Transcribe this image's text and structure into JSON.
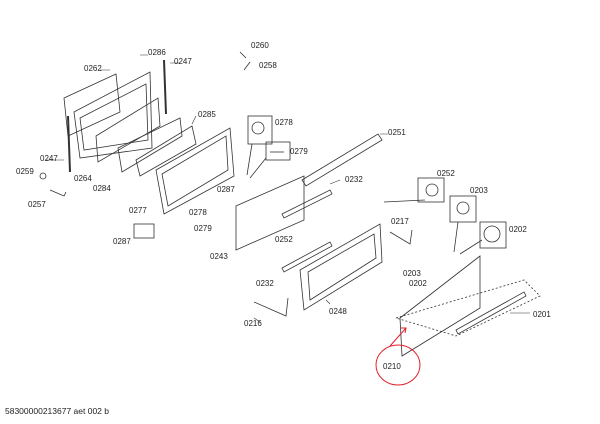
{
  "labels": [
    "0286",
    "0247",
    "0262",
    "0260",
    "0258",
    "0285",
    "0278",
    "0279",
    "0251",
    "0247",
    "0259",
    "0264",
    "0284",
    "0287",
    "0232",
    "0252",
    "0203",
    "0257",
    "0277",
    "0278",
    "0279",
    "0217",
    "0202",
    "0287",
    "0243",
    "0252",
    "0232",
    "0203",
    "0202",
    "0248",
    "0216",
    "0201",
    "0210"
  ],
  "footer": "58300000213677 aet 002 b",
  "annotation_color": "#e0202a"
}
